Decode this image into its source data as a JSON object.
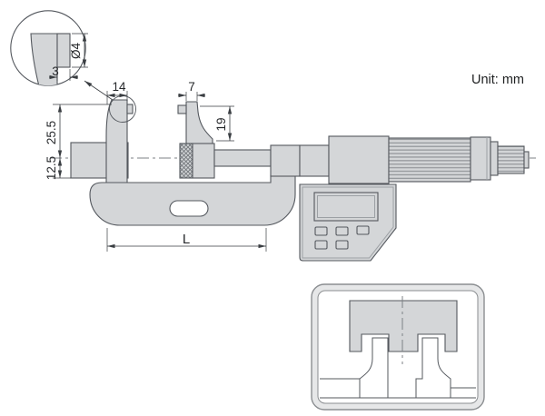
{
  "title": {
    "unit_label": "Unit: mm"
  },
  "dimensions": {
    "left_jaw_width": "14",
    "right_jaw_width": "7",
    "right_jaw_depth": "19",
    "jaw_top_to_center": "25.5",
    "center_to_frame": "12.5",
    "frame_length_label": "L",
    "detail_anvil_diameter": "Ø4",
    "detail_anvil_protrusion": "3"
  },
  "colors": {
    "body_fill": "#d4d6d8",
    "outline": "#54585e",
    "dimension_color": "#3a3e42",
    "centerline_color": "#7d8186"
  }
}
